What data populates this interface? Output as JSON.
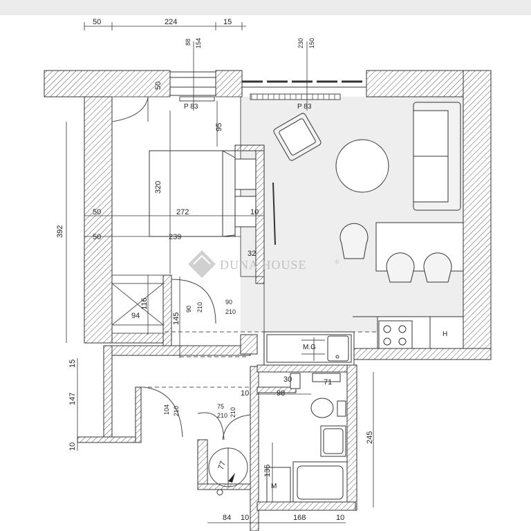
{
  "watermark": {
    "text": "DUNA HOUSE",
    "registered": "®"
  },
  "dimensions": {
    "top_50": "50",
    "top_224": "224",
    "top_15": "15",
    "win_88": "88",
    "win_154": "154",
    "win_230": "230",
    "win_150": "150",
    "left_392": "392",
    "bed_50": "50",
    "bed_272": "272",
    "bed_10": "10",
    "bed2_50": "50",
    "bed2_239": "239",
    "bed_320": "320",
    "bed_95": "95",
    "top_wall_50": "50",
    "mid_32": "32",
    "hall_116": "116",
    "hall_94": "94",
    "hall_145": "145",
    "door_90a": "90",
    "door_210a": "210",
    "door_90b": "90",
    "door_210b": "210",
    "left_15": "15",
    "left_147": "147",
    "left_10": "10",
    "door_104": "104",
    "door_210c": "210",
    "door_75": "75",
    "door_210d": "210",
    "door_210e": "210",
    "bath_30": "30",
    "bath_71": "71",
    "bath_10": "10",
    "bath_98": "98",
    "bath_135": "135",
    "bath_77": "77",
    "right_245": "245",
    "bot_84": "84",
    "bot_10a": "10",
    "bot_168": "168",
    "bot_10b": "10"
  },
  "labels": {
    "p83_left": "P 83",
    "p83_right": "P 83",
    "mg": "M.G",
    "h": "H",
    "m": "M"
  }
}
